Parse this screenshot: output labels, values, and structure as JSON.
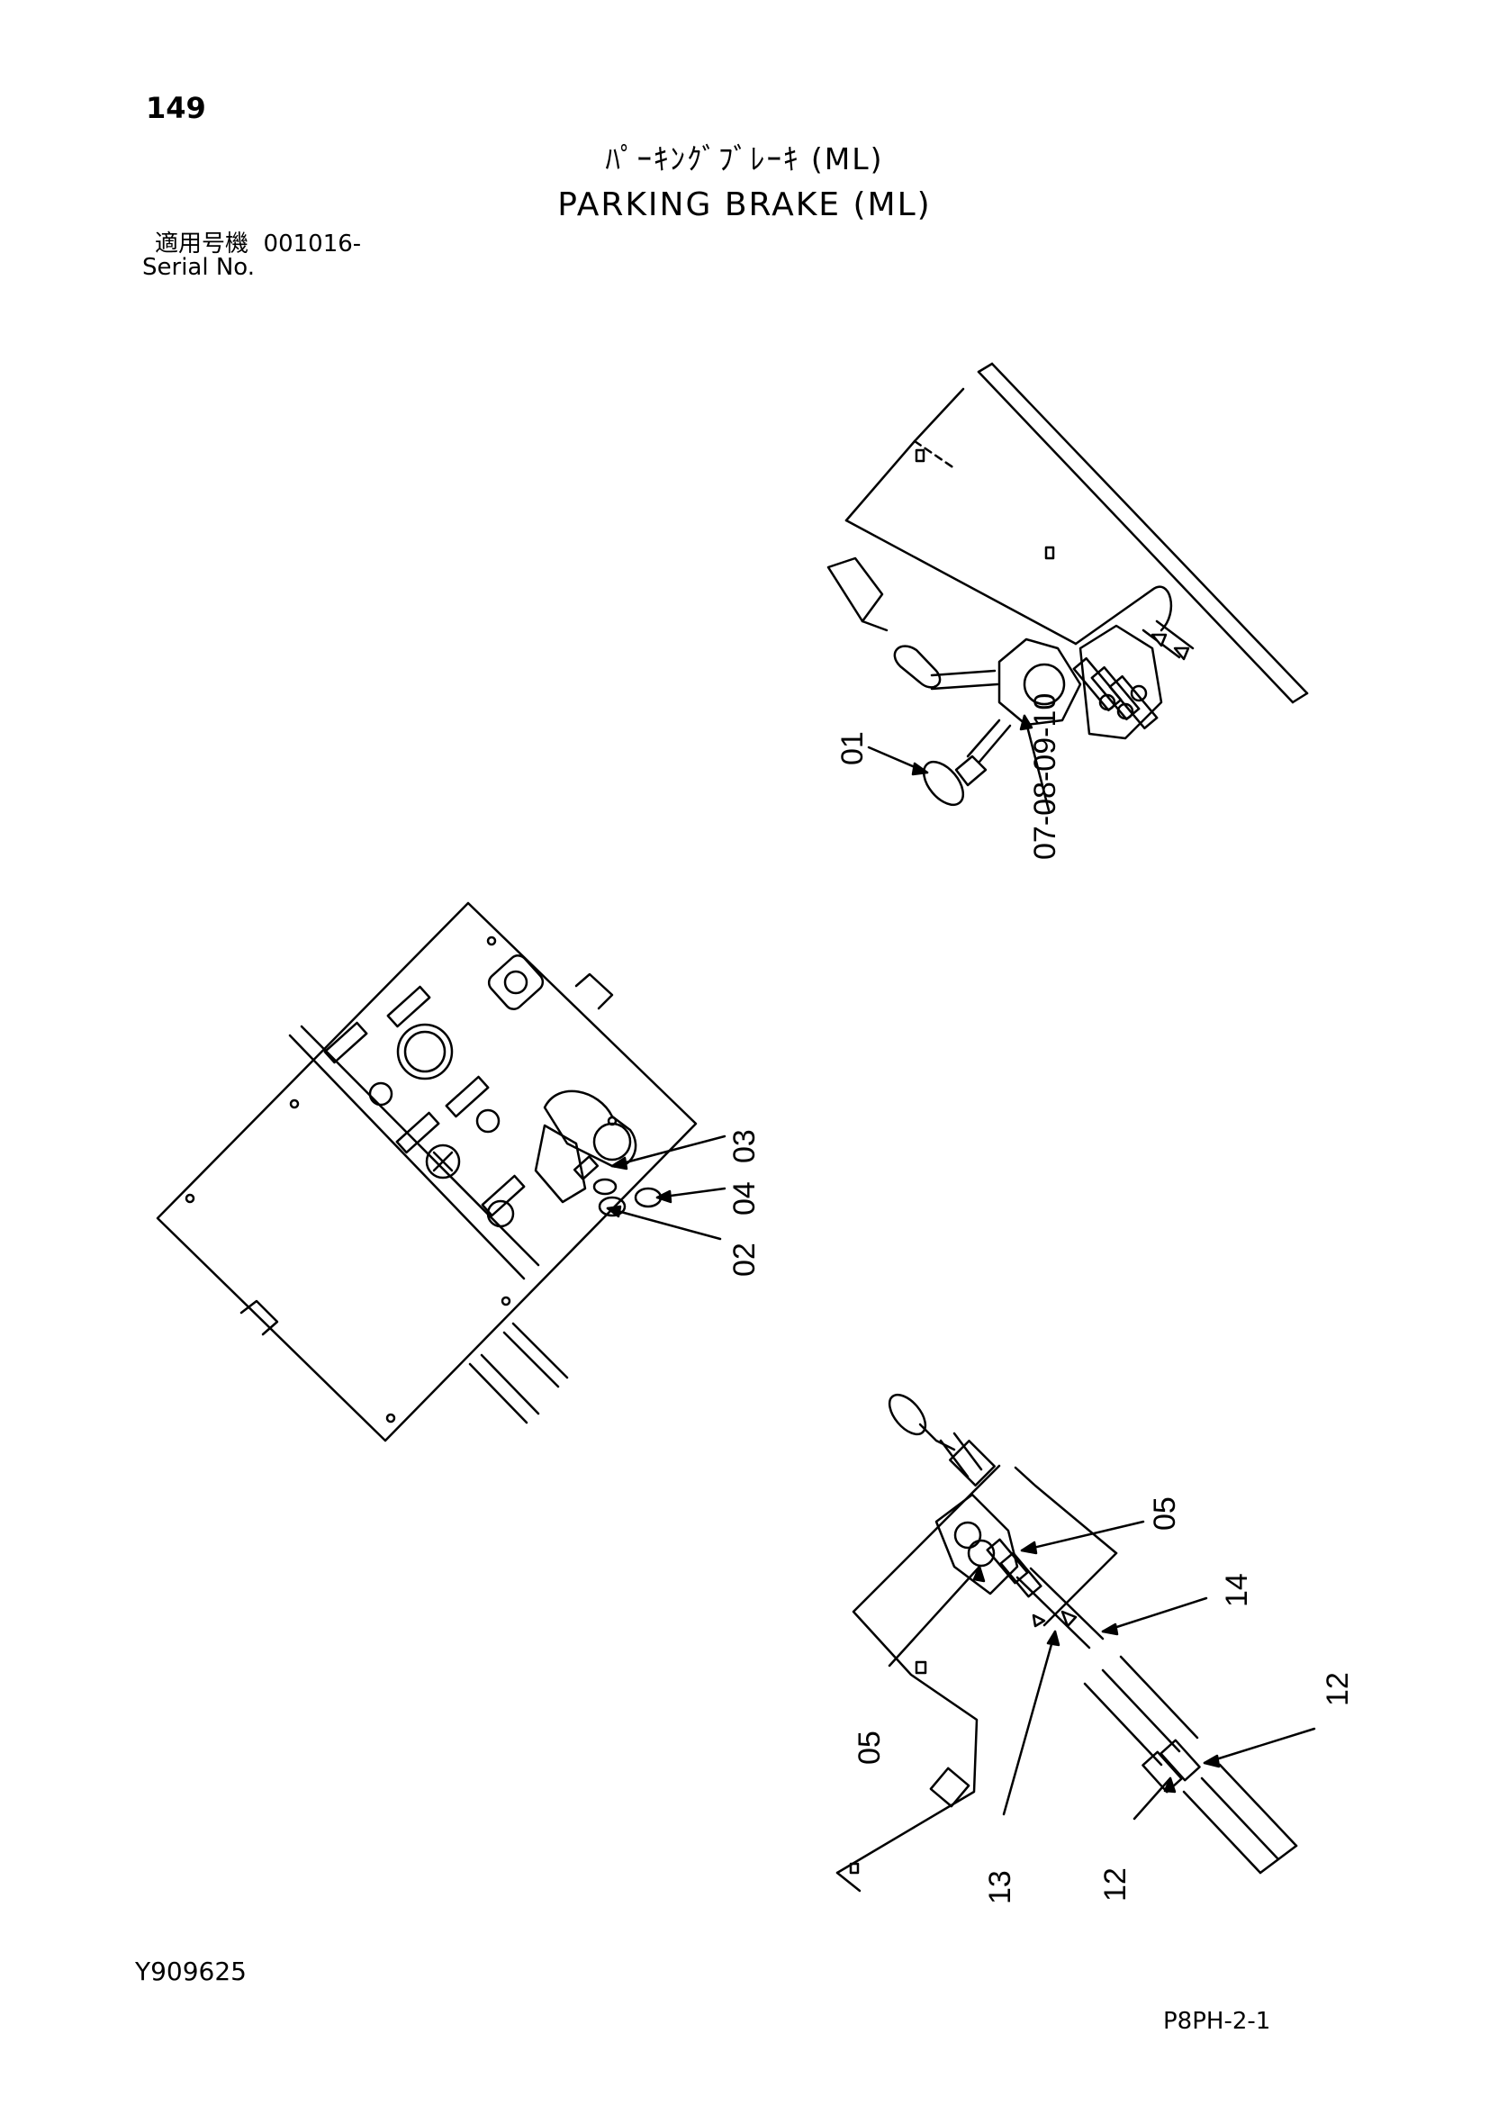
{
  "page_number": "149",
  "title_jp": "ﾊﾟｰｷﾝｸﾞﾌﾞﾚｰｷ (ML)",
  "title_en": "PARKING BRAKE (ML)",
  "serial_label_jp": "適用号機",
  "serial_value": "001016-",
  "serial_label_en": "Serial No.",
  "document_number": "Y909625",
  "page_code": "P8PH-2-1",
  "callouts": {
    "c01": "01",
    "c07_10": "07-08-09-10",
    "c03": "03",
    "c04": "04",
    "c02": "02",
    "c05_top": "05",
    "c14": "14",
    "c05_bottom": "05",
    "c13": "13",
    "c12_right": "12",
    "c12_bottom": "12"
  }
}
